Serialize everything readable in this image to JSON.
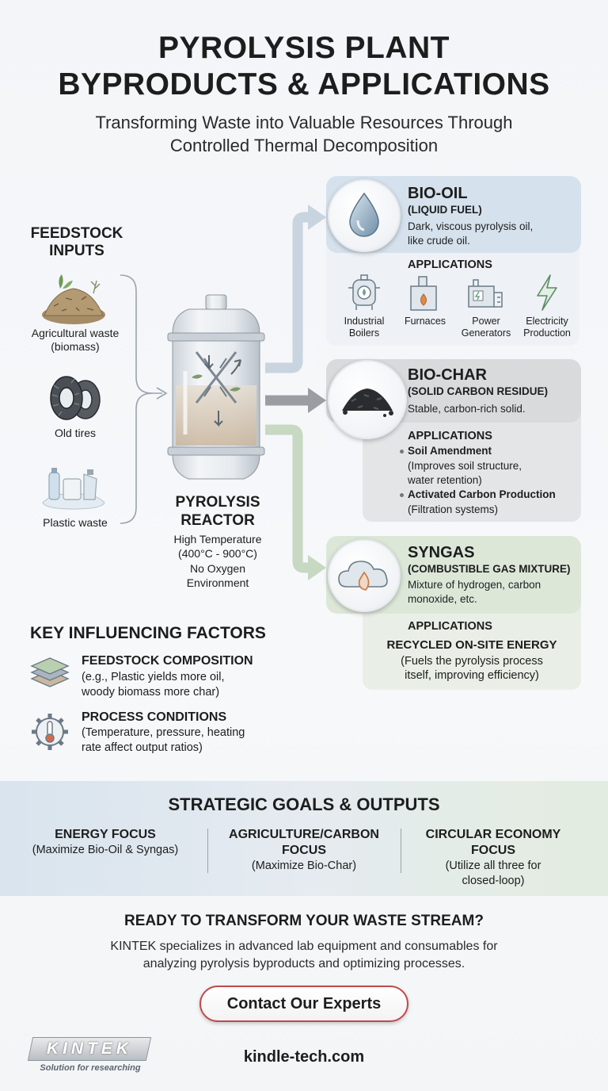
{
  "header": {
    "title_line1": "PYROLYSIS PLANT",
    "title_line2": "BYPRODUCTS & APPLICATIONS",
    "subtitle_line1": "Transforming Waste into Valuable Resources Through",
    "subtitle_line2": "Controlled Thermal Decomposition"
  },
  "feedstock": {
    "title_line1": "FEEDSTOCK",
    "title_line2": "INPUTS",
    "items": [
      {
        "label_line1": "Agricultural waste",
        "label_line2": "(biomass)",
        "icon": "biomass-pile-icon"
      },
      {
        "label_line1": "Old tires",
        "label_line2": "",
        "icon": "tires-icon"
      },
      {
        "label_line1": "Plastic waste",
        "label_line2": "",
        "icon": "plastic-waste-icon"
      }
    ]
  },
  "reactor": {
    "title_line1": "PYROLYSIS",
    "title_line2": "REACTOR",
    "note1_line1": "High Temperature",
    "note1_line2": "(400°C - 900°C)",
    "note2_line1": "No Oxygen",
    "note2_line2": "Environment",
    "icon": "reactor-vessel-icon"
  },
  "products": {
    "bio_oil": {
      "name": "BIO-OIL",
      "sub": "(LIQUID FUEL)",
      "desc_line1": "Dark, viscous pyrolysis oil,",
      "desc_line2": "like crude oil.",
      "applications_title": "APPLICATIONS",
      "applications": [
        {
          "line1": "Industrial",
          "line2": "Boilers",
          "icon": "boiler-icon"
        },
        {
          "line1": "Furnaces",
          "line2": "",
          "icon": "furnace-icon"
        },
        {
          "line1": "Power",
          "line2": "Generators",
          "icon": "generator-icon"
        },
        {
          "line1": "Electricity",
          "line2": "Production",
          "icon": "lightning-icon"
        }
      ],
      "color": "#d5e1ec"
    },
    "bio_char": {
      "name": "BIO-CHAR",
      "sub": "(SOLID CARBON RESIDUE)",
      "desc": "Stable, carbon-rich solid.",
      "applications_title": "APPLICATIONS",
      "bullet1_title": "Soil Amendment",
      "bullet1_line1": "(Improves soil structure,",
      "bullet1_line2": "water retention)",
      "bullet2_title": "Activated Carbon Production",
      "bullet2_line1": "(Filtration systems)",
      "color": "#d9dadc"
    },
    "syngas": {
      "name": "SYNGAS",
      "sub": "(COMBUSTIBLE GAS MIXTURE)",
      "desc_line1": "Mixture of hydrogen, carbon",
      "desc_line2": "monoxide, etc.",
      "applications_title": "APPLICATIONS",
      "app_head": "RECYCLED ON-SITE ENERGY",
      "app_line1": "(Fuels the pyrolysis process",
      "app_line2": "itself, improving efficiency)",
      "color": "#dce7d8"
    }
  },
  "factors": {
    "title": "KEY INFLUENCING FACTORS",
    "items": [
      {
        "head": "FEEDSTOCK COMPOSITION",
        "line1": "(e.g., Plastic yields more oil,",
        "line2": "woody biomass more char)",
        "icon": "layers-icon"
      },
      {
        "head": "PROCESS CONDITIONS",
        "line1": "(Temperature, pressure, heating",
        "line2": "rate affect output ratios)",
        "icon": "gear-thermometer-icon"
      }
    ]
  },
  "strategy": {
    "title": "STRATEGIC GOALS & OUTPUTS",
    "goals": [
      {
        "head_line1": "ENERGY FOCUS",
        "head_line2": "",
        "text_line1": "(Maximize Bio-Oil & Syngas)",
        "text_line2": ""
      },
      {
        "head_line1": "AGRICULTURE/CARBON",
        "head_line2": "FOCUS",
        "text_line1": "(Maximize Bio-Char)",
        "text_line2": ""
      },
      {
        "head_line1": "CIRCULAR ECONOMY",
        "head_line2": "FOCUS",
        "text_line1": "(Utilize all three for",
        "text_line2": "closed-loop)"
      }
    ]
  },
  "cta": {
    "title": "READY TO TRANSFORM YOUR WASTE STREAM?",
    "text_line1": "KINTEK specializes in advanced lab equipment and consumables for",
    "text_line2": "analyzing pyrolysis byproducts and optimizing processes.",
    "button": "Contact Our Experts"
  },
  "footer": {
    "logo": "KINTEK",
    "tagline": "Solution for researching",
    "site": "kindle-tech.com"
  }
}
